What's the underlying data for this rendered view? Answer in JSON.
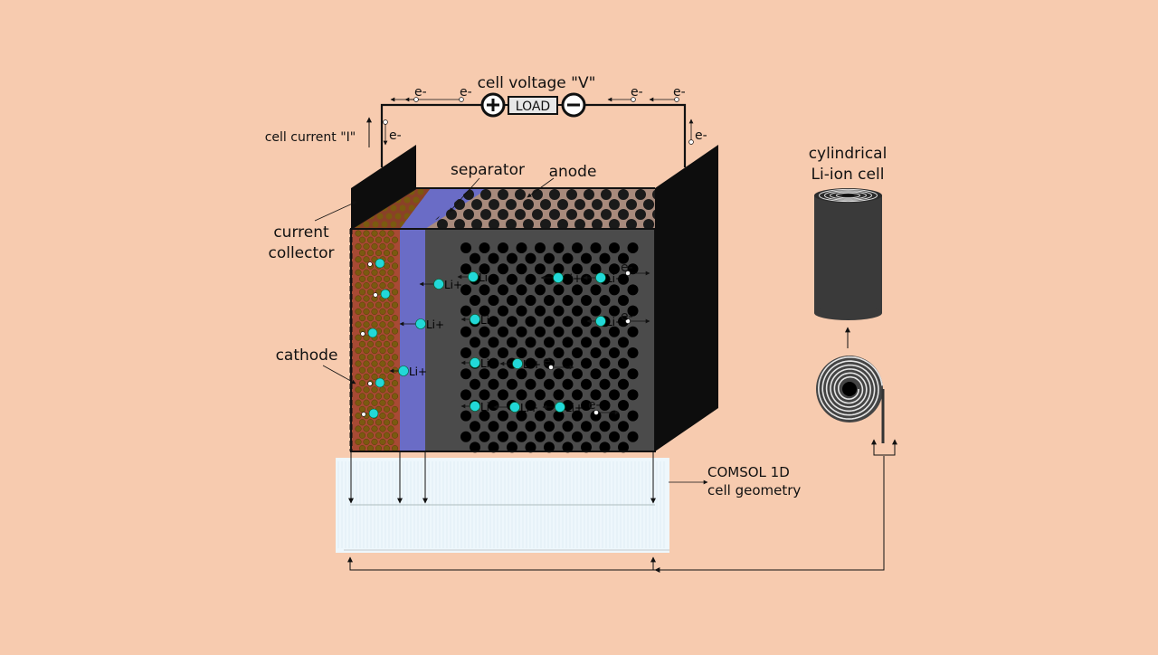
{
  "labels": {
    "cell_voltage": "cell voltage \"V\"",
    "cell_current": "cell current \"I\"",
    "load": "LOAD",
    "separator": "separator",
    "anode": "anode",
    "current_collector_line1": "current",
    "current_collector_line2": "collector",
    "cathode": "cathode",
    "cylindrical_line1": "cylindrical",
    "cylindrical_line2": "Li-ion cell",
    "comsol_line1": "COMSOL 1D",
    "comsol_line2": "cell geometry",
    "electron": "e-",
    "lithium_ion": "Li+",
    "plus_symbol": "+",
    "minus_symbol": "−"
  },
  "colors": {
    "background": "#f7cbaf",
    "cathode": "#a84a34",
    "separator": "#6a6cc6",
    "anode_block": "#4b4b4b",
    "collector": "#111111",
    "lithium_ion": "#22d8d8",
    "cathode_particle": "#7a5a10"
  }
}
